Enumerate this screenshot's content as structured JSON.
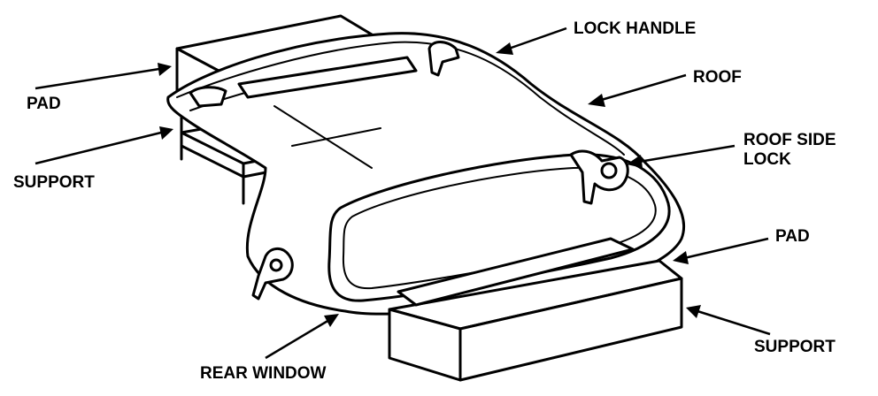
{
  "labels": {
    "lock_handle": "LOCK HANDLE",
    "roof": "ROOF",
    "roof_side_lock_line1": "ROOF SIDE",
    "roof_side_lock_line2": "LOCK",
    "pad_left": "PAD",
    "support_left": "SUPPORT",
    "pad_right": "PAD",
    "support_right": "SUPPORT",
    "rear_window": "REAR WINDOW"
  },
  "colors": {
    "ink": "#000000",
    "paper": "#ffffff"
  }
}
